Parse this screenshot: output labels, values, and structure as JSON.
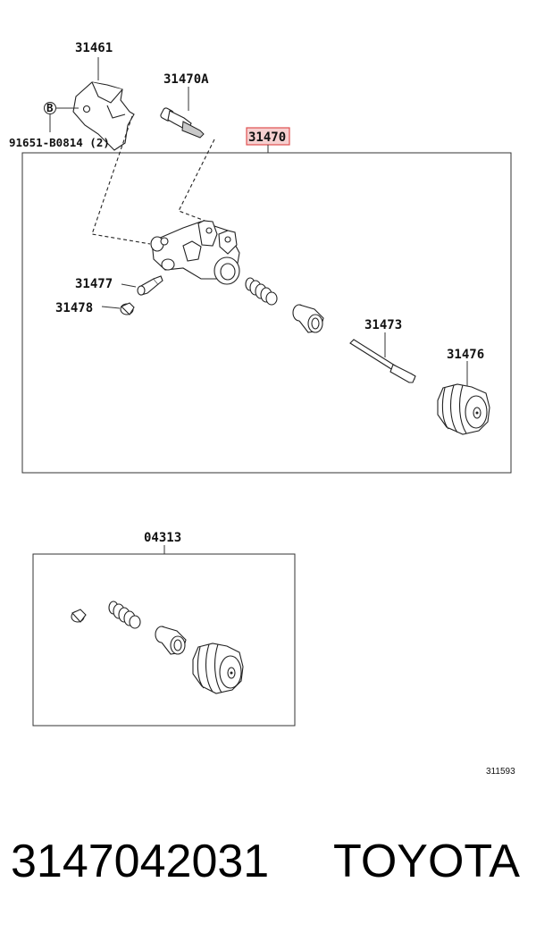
{
  "labels": {
    "bracket": "31461",
    "bleeder_top": "31470A",
    "bolt": "91651-B0814 (2)",
    "bolt_marker": "B",
    "assembly": "31470",
    "plug": "31477",
    "cap": "31478",
    "push_rod": "31473",
    "boot": "31476",
    "kit": "04313"
  },
  "figure_code": "311593",
  "part_number": "3147042031",
  "brand": "TOYOTA",
  "colors": {
    "highlight_border": "#e05050",
    "highlight_fill": "#f6d0d0"
  }
}
